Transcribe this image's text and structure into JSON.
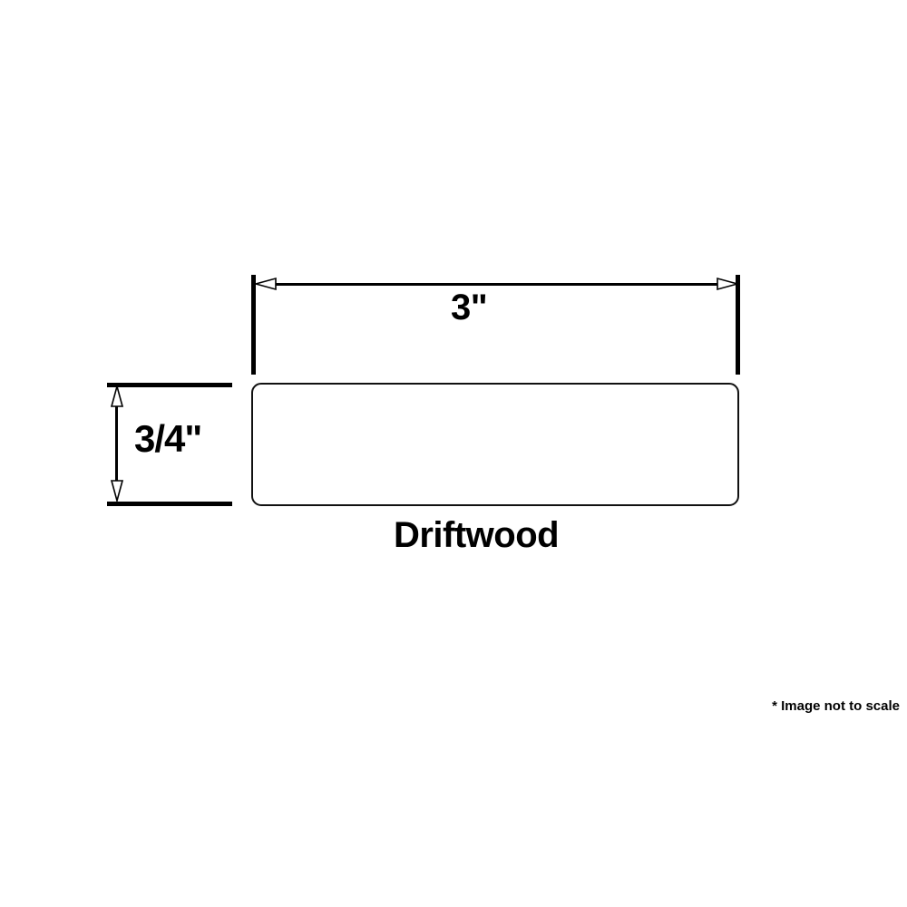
{
  "drawing": {
    "type": "product-dimension-diagram",
    "product_name": "Driftwood",
    "scale_note": "* Image not to scale",
    "dimensions": {
      "width": {
        "label": "3\"",
        "value": 3,
        "unit": "inch",
        "orientation": "horizontal",
        "arrow_style": "hollow-double-ended"
      },
      "height": {
        "label": "3/4\"",
        "value": 0.75,
        "unit": "inch",
        "orientation": "vertical",
        "arrow_style": "hollow-double-ended"
      }
    },
    "profile": {
      "shape": "rounded-rectangle",
      "stroke_color": "#111111",
      "fill_color": "#ffffff"
    },
    "colors": {
      "background": "#ffffff",
      "line": "#000000",
      "text": "#000000"
    }
  }
}
